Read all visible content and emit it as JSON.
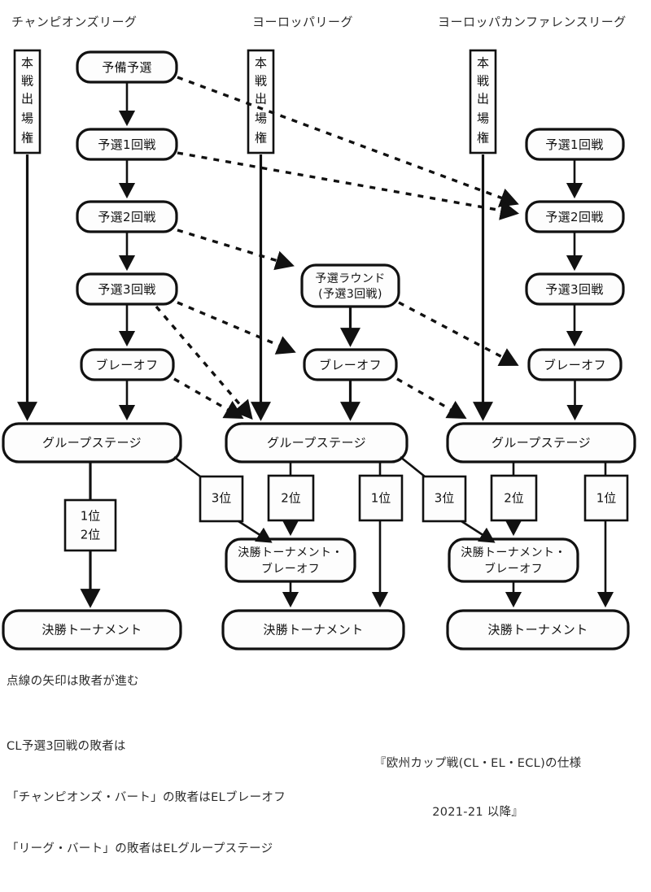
{
  "diagram": {
    "columns": [
      {
        "id": "cl",
        "title": "チャンピオンズリーグ"
      },
      {
        "id": "el",
        "title": "ヨーロッパリーグ"
      },
      {
        "id": "ecl",
        "title": "ヨーロッパカンファレンスリーグ"
      }
    ],
    "entry_boxes": [
      {
        "id": "cl-entry",
        "label": "本戦出場権"
      },
      {
        "id": "el-entry",
        "label": "本戦出場権"
      },
      {
        "id": "ecl-entry",
        "label": "本戦出場権"
      }
    ],
    "cl_nodes": [
      {
        "id": "cl-prelim",
        "label": "予備予選"
      },
      {
        "id": "cl-q1",
        "label": "予選1回戦"
      },
      {
        "id": "cl-q2",
        "label": "予選2回戦"
      },
      {
        "id": "cl-q3",
        "label": "予選3回戦"
      },
      {
        "id": "cl-po",
        "label": "ブレーオフ"
      },
      {
        "id": "cl-group",
        "label": "グループステージ"
      },
      {
        "id": "cl-final",
        "label": "決勝トーナメント"
      }
    ],
    "el_nodes": [
      {
        "id": "el-qround-line1",
        "label": "予選ラウンド"
      },
      {
        "id": "el-qround-line2",
        "label": "(予選3回戦)"
      },
      {
        "id": "el-po",
        "label": "ブレーオフ"
      },
      {
        "id": "el-group",
        "label": "グループステージ"
      },
      {
        "id": "el-ko-line1",
        "label": "決勝トーナメント・"
      },
      {
        "id": "el-ko-line2",
        "label": "ブレーオフ"
      },
      {
        "id": "el-final",
        "label": "決勝トーナメント"
      }
    ],
    "ecl_nodes": [
      {
        "id": "ecl-q1",
        "label": "予選1回戦"
      },
      {
        "id": "ecl-q2",
        "label": "予選2回戦"
      },
      {
        "id": "ecl-q3",
        "label": "予選3回戦"
      },
      {
        "id": "ecl-po",
        "label": "ブレーオフ"
      },
      {
        "id": "ecl-group",
        "label": "グループステージ"
      },
      {
        "id": "ecl-ko-line1",
        "label": "決勝トーナメント・"
      },
      {
        "id": "ecl-ko-line2",
        "label": "ブレーオフ"
      },
      {
        "id": "ecl-final",
        "label": "決勝トーナメント"
      }
    ],
    "rank_boxes": [
      {
        "id": "cl-rank-12",
        "line1": "1位",
        "line2": "2位"
      },
      {
        "id": "cl-rank-3",
        "line1": "3位"
      },
      {
        "id": "el-rank-2",
        "line1": "2位"
      },
      {
        "id": "el-rank-1",
        "line1": "1位"
      },
      {
        "id": "el-rank-3",
        "line1": "3位"
      },
      {
        "id": "ecl-rank-2",
        "line1": "2位"
      },
      {
        "id": "ecl-rank-1",
        "line1": "1位"
      }
    ],
    "notes": {
      "legend": "点線の矢印は敗者が進む",
      "explain_line1": "CL予選3回戦の敗者は",
      "explain_line2": "「チャンピオンズ・バート」の敗者はELブレーオフ",
      "explain_line3": "「リーグ・バート」の敗者はELグループステージ",
      "source_line1": "『欧州カップ戦(CL・EL・ECL)の仕様",
      "source_line2": "2021-21 以降』"
    },
    "colors": {
      "stroke": "#111111",
      "fill": "#fdfdfd",
      "background": "#ffffff",
      "text": "#1a1a1a"
    }
  }
}
